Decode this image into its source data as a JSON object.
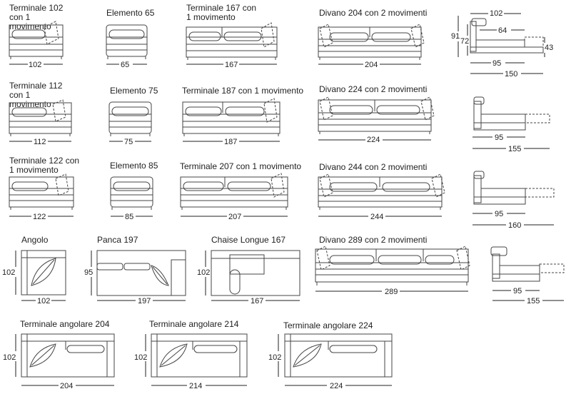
{
  "items": [
    {
      "title": "Terminale 102 con 1 movimento",
      "dim": "102"
    },
    {
      "title": "Elemento 65",
      "dim": "65"
    },
    {
      "title": "Terminale 167 con 1 movimento",
      "dim": "167"
    },
    {
      "title": "Divano 204 con 2 movimenti",
      "dim": "204"
    },
    {
      "title": "Terminale 112 con 1 movimento",
      "dim": "112"
    },
    {
      "title": "Elemento 75",
      "dim": "75"
    },
    {
      "title": "Terminale 187 con 1 movimento",
      "dim": "187"
    },
    {
      "title": "Divano 224 con 2 movimenti",
      "dim": "224"
    },
    {
      "title": "Terminale 122 con 1 movimento",
      "dim": "122"
    },
    {
      "title": "Elemento 85",
      "dim": "85"
    },
    {
      "title": "Terminale 207 con 1 movimento",
      "dim": "207"
    },
    {
      "title": "Divano 244 con 2 movimenti",
      "dim": "244"
    },
    {
      "title": "Angolo",
      "dim": "102",
      "depth": "102"
    },
    {
      "title": "Panca 197",
      "dim": "197",
      "depth": "95"
    },
    {
      "title": "Chaise Longue 167",
      "dim": "167",
      "depth": "102"
    },
    {
      "title": "Divano 289 con 2 movimenti",
      "dim": "289"
    },
    {
      "title": "Terminale angolare 204",
      "dim": "204",
      "depth": "102"
    },
    {
      "title": "Terminale angolare 214",
      "dim": "214",
      "depth": "102"
    },
    {
      "title": "Terminale angolare 224",
      "dim": "224",
      "depth": "102"
    }
  ],
  "side_views": {
    "top": {
      "d1": "102",
      "d2": "64",
      "d3": "91",
      "d4": "72",
      "d5": "43",
      "d6": "95",
      "d7": "150"
    },
    "v2": {
      "d1": "95",
      "d2": "155"
    },
    "v3": {
      "d1": "95",
      "d2": "160"
    },
    "v4": {
      "d1": "95",
      "d2": "155"
    }
  }
}
